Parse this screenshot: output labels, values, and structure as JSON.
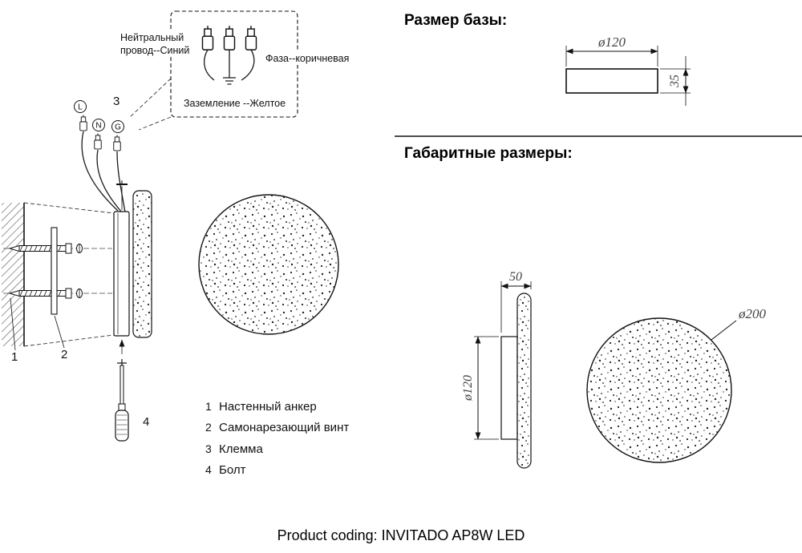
{
  "wiring": {
    "callout": "3",
    "neutral_line1": "Нейтральный",
    "neutral_line2": "провод--Синий",
    "phase": "Фаза--коричневая",
    "ground": "Заземление --Желтое",
    "terminal_l": "L",
    "terminal_n": "N",
    "terminal_g": "G"
  },
  "installation": {
    "callout_anchor": "1",
    "callout_screw": "2",
    "callout_bolt": "4"
  },
  "legend": {
    "items": [
      {
        "num": "1",
        "label": "Настенный анкер"
      },
      {
        "num": "2",
        "label": "Самонарезающий винт"
      },
      {
        "num": "3",
        "label": "Клемма"
      },
      {
        "num": "4",
        "label": "Болт"
      }
    ]
  },
  "base_size": {
    "heading": "Размер базы:",
    "diameter": "ø120",
    "height": "35"
  },
  "overall": {
    "heading": "Габаритные размеры:",
    "depth": "50",
    "base_diameter": "ø120",
    "diameter": "ø200"
  },
  "footer": {
    "product_coding": "Product coding: INVITADO AP8W LED"
  }
}
